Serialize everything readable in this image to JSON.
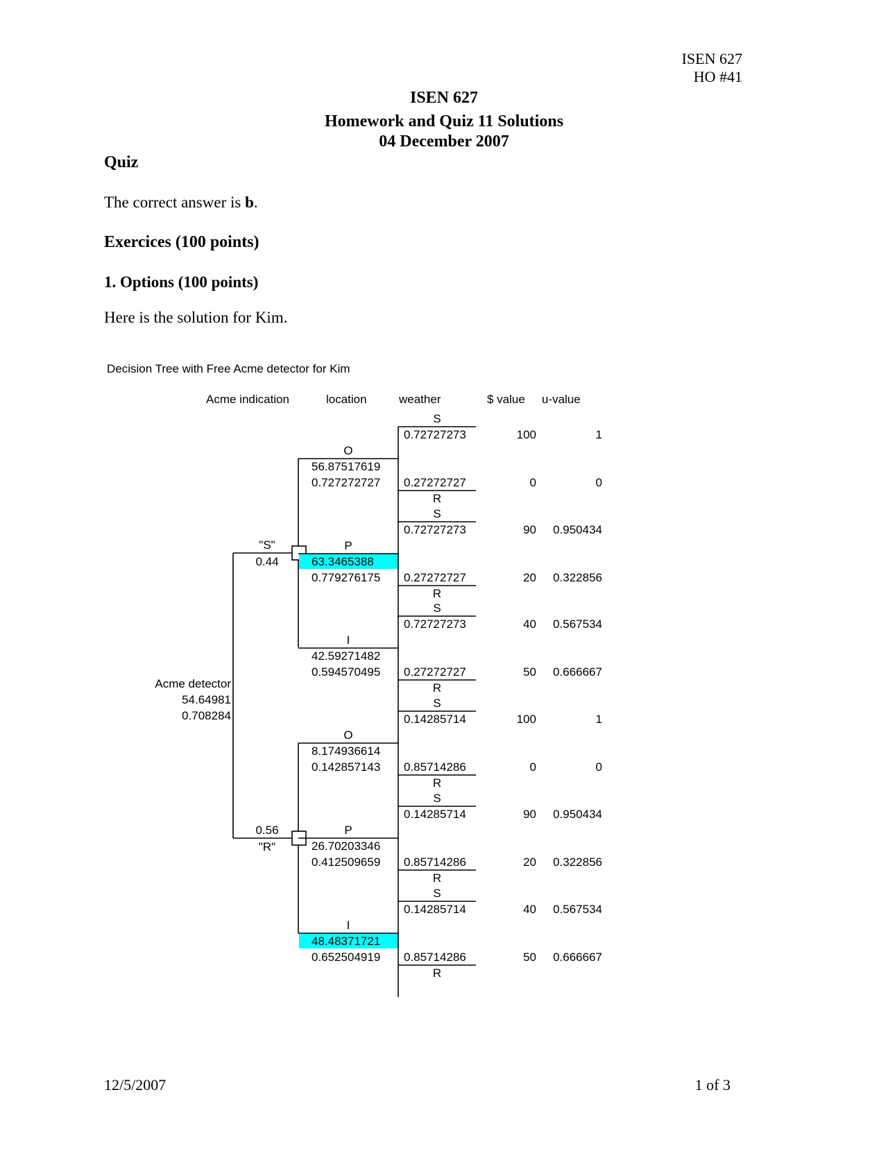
{
  "header": {
    "course": "ISEN 627",
    "handout": "HO #41"
  },
  "title": {
    "line1": "ISEN 627",
    "line2": "Homework and Quiz 11 Solutions",
    "line3": "04 December 2007"
  },
  "quiz": {
    "heading": "Quiz",
    "answer_prefix": "The correct answer is ",
    "answer": "b",
    "answer_suffix": "."
  },
  "exercises": {
    "heading": "Exercices (100 points)"
  },
  "problem1": {
    "heading": "1. Options (100 points)",
    "intro": "Here is the solution for Kim."
  },
  "tree": {
    "title": "Decision Tree with Free Acme detector for Kim",
    "columns": {
      "indication": "Acme indication",
      "location": "location",
      "weather": "weather",
      "dollar": "$ value",
      "u": "u-value"
    },
    "root": {
      "name": "Acme detector",
      "value": "54.64981",
      "u": "0.708284"
    },
    "S_branch": {
      "label": "\"S\"",
      "prob": "0.44"
    },
    "R_branch": {
      "label": "\"R\"",
      "prob": "0.56"
    },
    "highlight_color": "#00ffff",
    "rows": [
      {
        "loc": "O",
        "val": "56.87517619",
        "u": "0.727272727",
        "pS": "0.72727273",
        "pR": "0.27272727",
        "dS": "100",
        "uS": "1",
        "dR": "0",
        "uR": "0",
        "hl": false
      },
      {
        "loc": "P",
        "val": "63.3465388",
        "u": "0.779276175",
        "pS": "0.72727273",
        "pR": "0.27272727",
        "dS": "90",
        "uS": "0.950434",
        "dR": "20",
        "uR": "0.322856",
        "hl": true
      },
      {
        "loc": "I",
        "val": "42.59271482",
        "u": "0.594570495",
        "pS": "0.72727273",
        "pR": "0.27272727",
        "dS": "40",
        "uS": "0.567534",
        "dR": "50",
        "uR": "0.666667",
        "hl": false
      },
      {
        "loc": "O",
        "val": "8.174936614",
        "u": "0.142857143",
        "pS": "0.14285714",
        "pR": "0.85714286",
        "dS": "100",
        "uS": "1",
        "dR": "0",
        "uR": "0",
        "hl": false
      },
      {
        "loc": "P",
        "val": "26.70203346",
        "u": "0.412509659",
        "pS": "0.14285714",
        "pR": "0.85714286",
        "dS": "90",
        "uS": "0.950434",
        "dR": "20",
        "uR": "0.322856",
        "hl": false
      },
      {
        "loc": "I",
        "val": "48.48371721",
        "u": "0.652504919",
        "pS": "0.14285714",
        "pR": "0.85714286",
        "dS": "40",
        "uS": "0.567534",
        "dR": "50",
        "uR": "0.666667",
        "hl": true
      }
    ],
    "weather_S": "S",
    "weather_R": "R"
  },
  "footer": {
    "date": "12/5/2007",
    "page": "1 of 3"
  }
}
